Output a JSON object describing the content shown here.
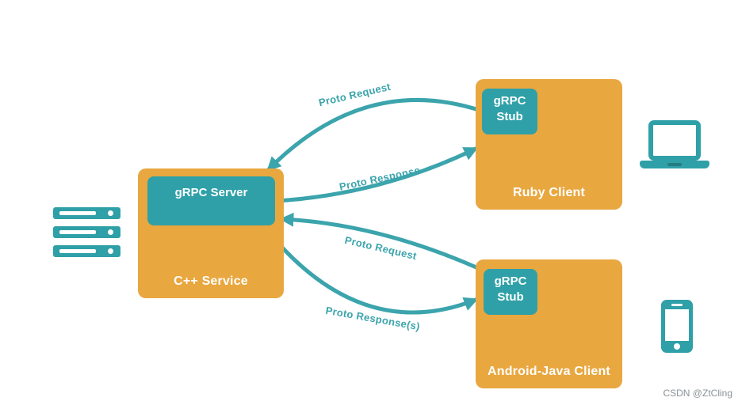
{
  "service": {
    "inner_label": "gRPC Server",
    "label": "C++ Service"
  },
  "clients": [
    {
      "inner_label": "gRPC Stub",
      "label": "Ruby Client"
    },
    {
      "inner_label": "gRPC Stub",
      "label": "Android-Java Client"
    }
  ],
  "arrows": [
    {
      "label": "Proto Request",
      "from": "Ruby Client gRPC Stub",
      "to": "gRPC Server"
    },
    {
      "label": "Proto Response",
      "from": "gRPC Server",
      "to": "Ruby Client gRPC Stub"
    },
    {
      "label": "Proto Request",
      "from": "Android-Java Client gRPC Stub",
      "to": "gRPC Server"
    },
    {
      "label": "Proto Response(s)",
      "from": "gRPC Server",
      "to": "Android-Java Client gRPC Stub"
    }
  ],
  "icons": [
    {
      "name": "server-rack-icon"
    },
    {
      "name": "laptop-icon"
    },
    {
      "name": "smartphone-icon"
    }
  ],
  "colors": {
    "orange": "#E9A73F",
    "teal": "#2FA0A7",
    "arrow_teal": "#3BA4AC",
    "text_white": "#FFFFFF",
    "watermark_gray": "#8A9196",
    "background": "#FFFFFF"
  },
  "watermark": "CSDN @ZtCling"
}
